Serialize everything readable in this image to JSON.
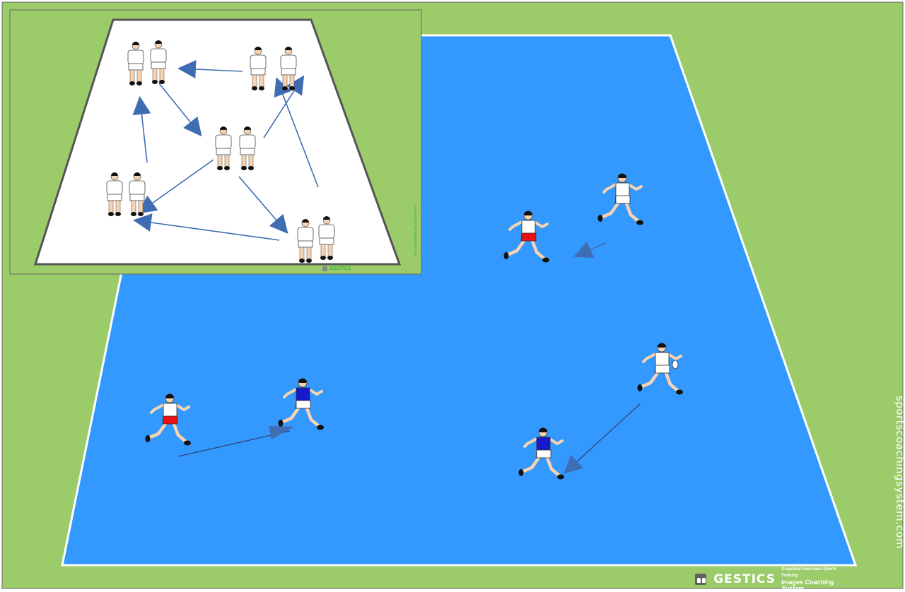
{
  "colors": {
    "grass": "#9ccc6a",
    "pitch": "#3399ff",
    "inset_floor": "#ffffff",
    "arrow": "#3f6db3",
    "red_shorts": "#ee1111",
    "blue_shirt": "#1818cc"
  },
  "brand": {
    "name": "GESTICS",
    "tagline_1": "Graphical Exercises Sports Training",
    "tagline_2": "Images Coaching System"
  },
  "site": "sportscoachingsystem.com",
  "inset": {
    "brand_name": "GESTICS",
    "site": "www.sportscoachingsystem.com"
  },
  "icons": [
    "gestics-logo-icon"
  ]
}
